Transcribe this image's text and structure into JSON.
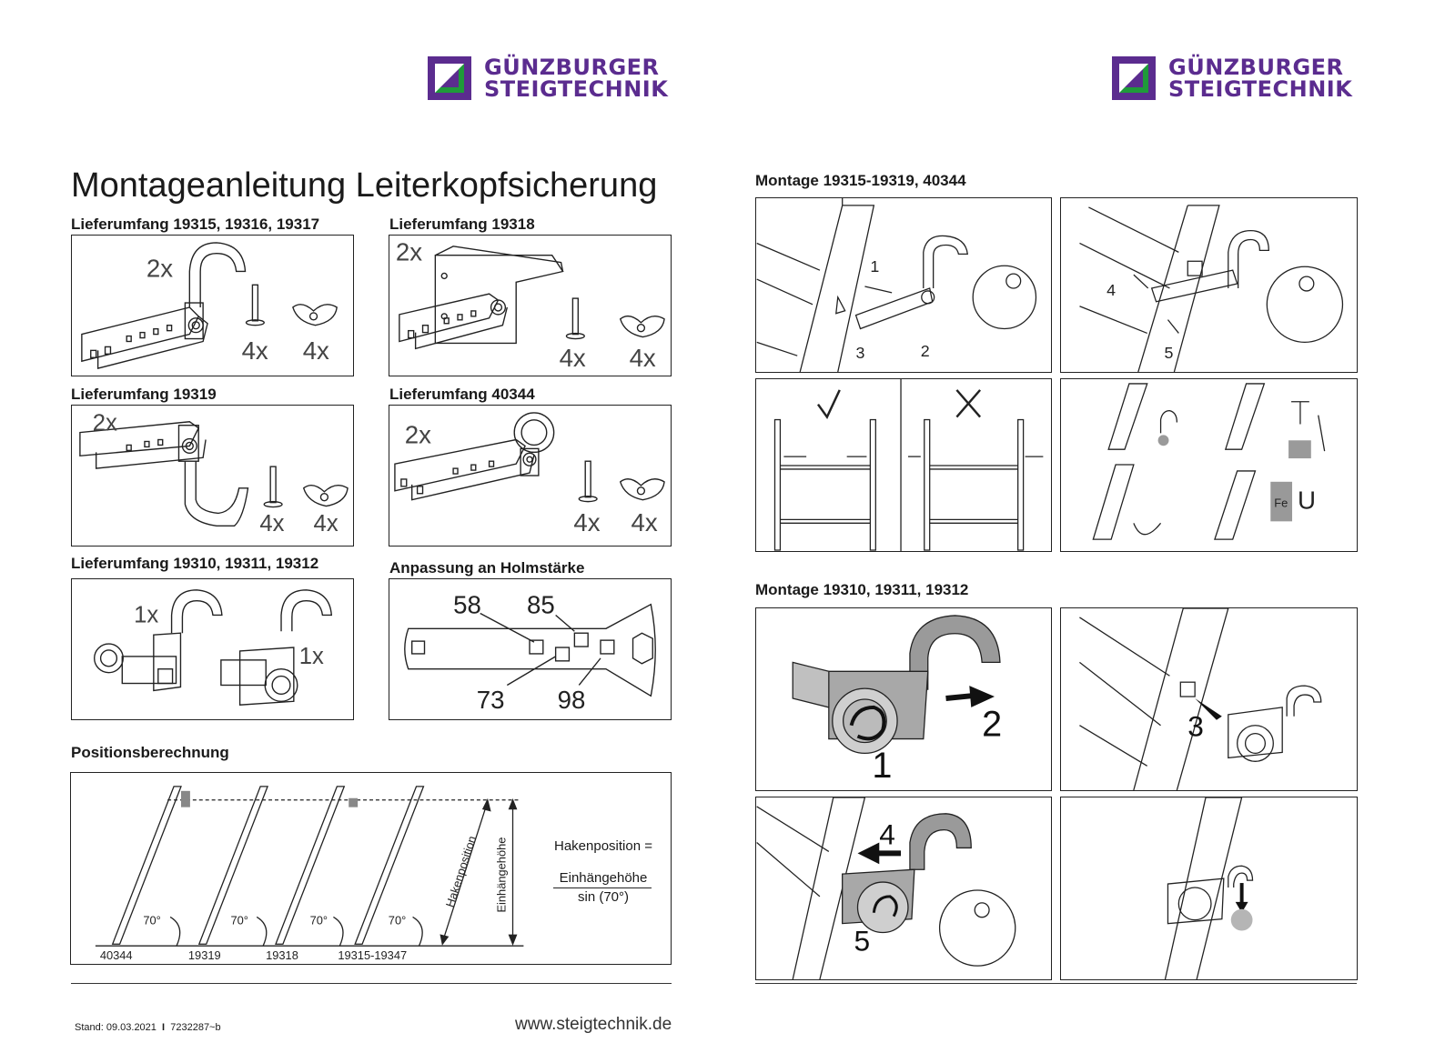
{
  "brand": {
    "line1": "GÜNZBURGER",
    "line2": "STEIGTECHNIK",
    "color_purple": "#5b2c8f",
    "color_green": "#1f9a3a"
  },
  "left": {
    "title": "Montageanleitung Leiterkopfsicherung",
    "sections": {
      "s19315": {
        "heading": "Lieferumfang 19315, 19316, 19317",
        "qty_hook": "2x",
        "qty_bolt": "4x",
        "qty_nut": "4x"
      },
      "s19318": {
        "heading": "Lieferumfang 19318",
        "qty_hook": "2x",
        "qty_bolt": "4x",
        "qty_nut": "4x"
      },
      "s19319": {
        "heading": "Lieferumfang 19319",
        "qty_hook": "2x",
        "qty_bolt": "4x",
        "qty_nut": "4x"
      },
      "s40344": {
        "heading": "Lieferumfang 40344",
        "qty_hook": "2x",
        "qty_bolt": "4x",
        "qty_nut": "4x"
      },
      "s19310": {
        "heading": "Lieferumfang 19310, 19311, 19312",
        "qty_left": "1x",
        "qty_right": "1x"
      },
      "holm": {
        "heading": "Anpassung an Holmstärke",
        "n58": "58",
        "n85": "85",
        "n73": "73",
        "n98": "98"
      }
    },
    "position": {
      "heading": "Positionsberechnung",
      "angle": "70°",
      "labels": [
        "40344",
        "19319",
        "19318",
        "19315-19347"
      ],
      "hakenposition": "Hakenposition",
      "einhaengehoehe": "Einhängehöhe",
      "formula_lhs": "Hakenposition =",
      "formula_num": "Einhängehöhe",
      "formula_den": "sin (70°)"
    },
    "footer": {
      "stand": "Stand: 09.03.2021",
      "sep": "I",
      "docno": "7232287~b",
      "url": "www.steigtechnik.de"
    }
  },
  "right": {
    "montage1": {
      "heading": "Montage 19315-19319, 40344",
      "step1": "1",
      "step2": "2",
      "step3": "3",
      "step4": "4",
      "step5": "5",
      "fe": "Fe"
    },
    "montage2": {
      "heading": "Montage 19310, 19311, 19312",
      "step1": "1",
      "step2": "2",
      "step3": "3",
      "step4": "4",
      "step5": "5"
    }
  }
}
